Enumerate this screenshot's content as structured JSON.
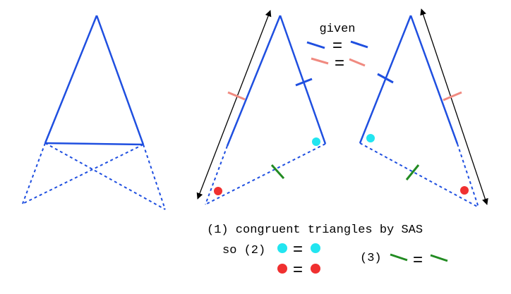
{
  "labels": {
    "given": "given",
    "equals": "=",
    "step1": "(1) congruent triangles by SAS",
    "step2": "so (2)",
    "step3": "(3)"
  },
  "colors": {
    "triangle_blue": "#1f4fe0",
    "given_blue_tick": "#1f4fe0",
    "given_pink_tick": "#f08a80",
    "green_tick": "#228b22",
    "cyan_dot": "#22e5f0",
    "red_dot": "#f03030",
    "arrow": "#000000"
  }
}
